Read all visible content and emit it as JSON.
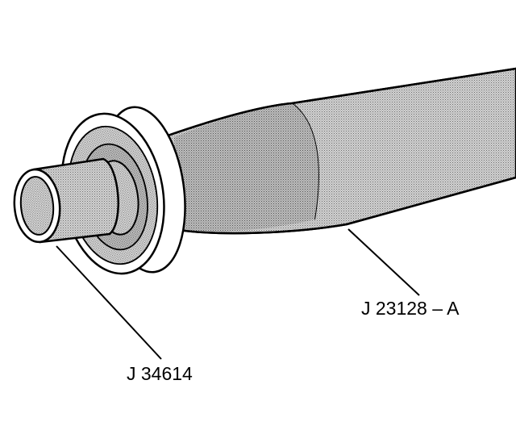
{
  "figure": {
    "callouts": [
      {
        "id": "tool-j23128a",
        "text": "J 23128 – A"
      },
      {
        "id": "tool-j34614",
        "text": "J 34614"
      }
    ],
    "colors": {
      "line": "#000000",
      "shaded_fill": "#bdbdbd",
      "background": "#ffffff"
    }
  }
}
